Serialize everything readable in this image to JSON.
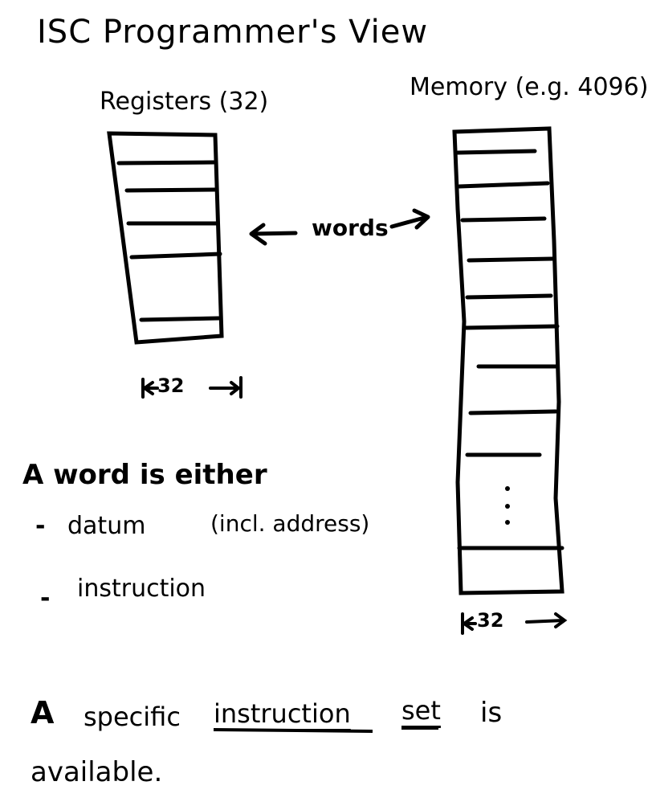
{
  "title": "ISC Programmer's View",
  "registers": {
    "label": "Registers (32)",
    "width_label": "32"
  },
  "memory": {
    "label": "Memory (e.g. 4096)",
    "width_label": "32"
  },
  "arrow_label": "words",
  "definition": {
    "heading": "A word is either",
    "items": [
      {
        "bullet": "-",
        "text": "datum",
        "note": "(incl. address)"
      },
      {
        "bullet": "-",
        "text": "instruction"
      }
    ]
  },
  "statement": {
    "a": "A",
    "specific": "specific",
    "instruction": "instruction",
    "set": "set",
    "is": "is",
    "available": "available."
  }
}
